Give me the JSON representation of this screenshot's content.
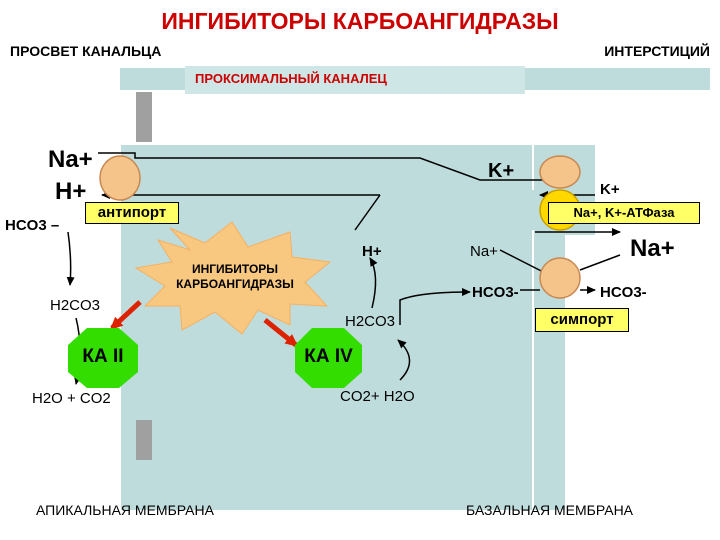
{
  "title": "ИНГИБИТОРЫ КАРБОАНГИДРАЗЫ",
  "headers": {
    "lumen": "ПРОСВЕТ КАНАЛЬЦА",
    "interstitium": "ИНТЕРСТИЦИЙ",
    "tubule": "ПРОКСИМАЛЬНЫЙ КАНАЛЕЦ"
  },
  "lumen_ions": {
    "na": "Na+",
    "h": "H+",
    "hco3": "HCO3 –",
    "h2co3": "H2CO3",
    "water_co2": "H2O + CO2"
  },
  "antiport_label": "антипорт",
  "inhibitors_label": "ИНГИБИТОРЫ КАРБОАНГИДРАЗЫ",
  "enzymes": {
    "ka2": "КА II",
    "ka4": "КА IV"
  },
  "cell_ions": {
    "h": "H+",
    "h2co3": "H2CO3",
    "co2_water": "CO2+ H2O",
    "na": "Na+",
    "hco3": "HCO3-",
    "k": "K+"
  },
  "interstitial_ions": {
    "k": "K+",
    "na": "Na+",
    "hco3": "HCO3-"
  },
  "atpase_label": "Na+, K+-АТФаза",
  "symport_label": "симпорт",
  "footers": {
    "apical": "АПИКАЛЬНАЯ МЕМБРАНА",
    "basal": "БАЗАЛЬНАЯ МЕМБРАНА"
  },
  "colors": {
    "cell": "#bfdcdc",
    "cell_dark": "#a7c8c8",
    "title": "#cc0000",
    "enzyme": "#33dd00",
    "transporter": "#f4c48a",
    "inhibitor_star": "#f8c880",
    "label_box": "#ffff66",
    "arrow_red": "#dd2200"
  }
}
